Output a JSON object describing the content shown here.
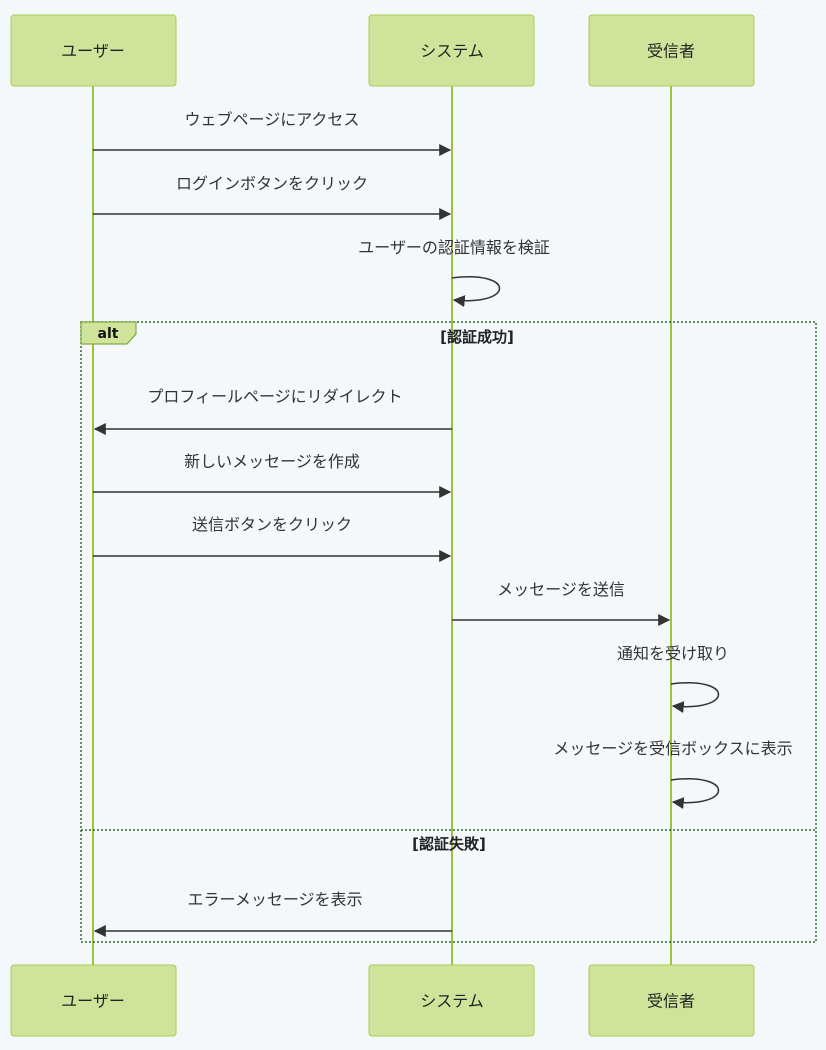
{
  "participants": [
    {
      "id": "user",
      "label": "ユーザー"
    },
    {
      "id": "system",
      "label": "システム"
    },
    {
      "id": "recipient",
      "label": "受信者"
    }
  ],
  "messages": [
    {
      "from": "user",
      "to": "system",
      "text": "ウェブページにアクセス"
    },
    {
      "from": "user",
      "to": "system",
      "text": "ログインボタンをクリック"
    },
    {
      "from": "system",
      "to": "system",
      "text": "ユーザーの認証情報を検証"
    },
    {
      "from": "system",
      "to": "user",
      "text": "プロフィールページにリダイレクト"
    },
    {
      "from": "user",
      "to": "system",
      "text": "新しいメッセージを作成"
    },
    {
      "from": "user",
      "to": "system",
      "text": "送信ボタンをクリック"
    },
    {
      "from": "system",
      "to": "recipient",
      "text": "メッセージを送信"
    },
    {
      "from": "recipient",
      "to": "recipient",
      "text": "通知を受け取り"
    },
    {
      "from": "recipient",
      "to": "recipient",
      "text": "メッセージを受信ボックスに表示"
    },
    {
      "from": "system",
      "to": "user",
      "text": "エラーメッセージを表示"
    }
  ],
  "alt_frame": {
    "label": "alt",
    "conditions": [
      "[認証成功]",
      "[認証失敗]"
    ]
  },
  "colors": {
    "actor_fill": "#cfe49a",
    "lifeline": "#9bc33f",
    "frame_border": "#2e6b2e",
    "arrow": "#333333"
  }
}
